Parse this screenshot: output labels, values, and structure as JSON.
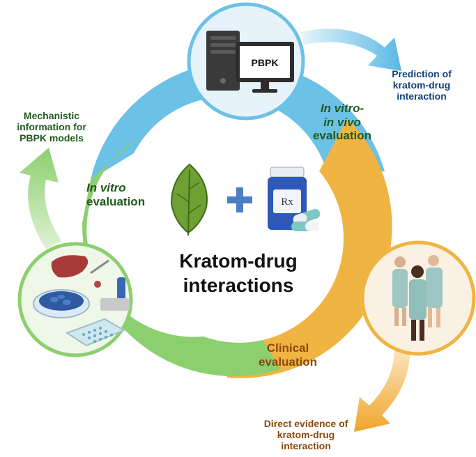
{
  "center": {
    "title_line1": "Kratom-drug",
    "title_line2": "interactions"
  },
  "segments": {
    "in_vitro": {
      "line1": "In vitro",
      "line2": "evaluation"
    },
    "ivive": {
      "line1": "In vitro-",
      "line2": "in vivo",
      "line3": "evaluation"
    },
    "clinical": {
      "line1": "Clinical",
      "line2": "evaluation"
    }
  },
  "outputs": {
    "mechanistic": {
      "line1": "Mechanistic",
      "line2": "information for",
      "line3": "PBPK models"
    },
    "prediction": {
      "line1": "Prediction of",
      "line2": "kratom-drug",
      "line3": "interaction"
    },
    "direct": {
      "line1": "Direct evidence of",
      "line2": "kratom-drug",
      "line3": "interaction"
    }
  },
  "pbpk_screen_label": "PBPK",
  "rx_label": "Rx",
  "colors": {
    "green": "#8ccf6e",
    "blue": "#6cc1e6",
    "orange": "#f0b443",
    "text_green": "#1f5b1f",
    "text_blue": "#0f3f7a",
    "text_brown": "#8a4a0a"
  },
  "icons": [
    "leaf-icon",
    "plus-icon",
    "pill-bottle-icon",
    "computer-icon",
    "lab-equipment-icon",
    "patients-icon"
  ]
}
